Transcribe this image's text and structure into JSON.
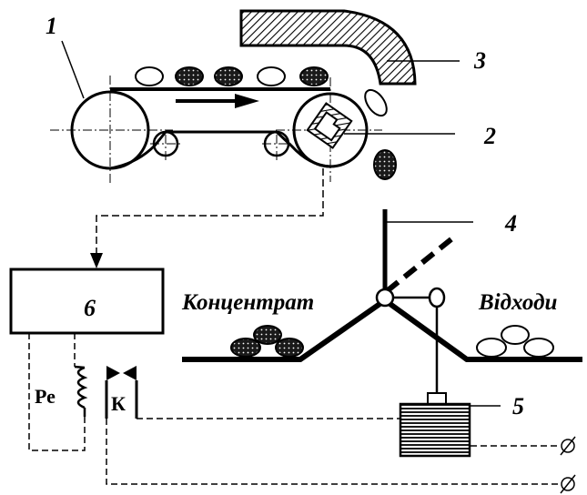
{
  "labels": {
    "n1": "1",
    "n2": "2",
    "n3": "3",
    "n4": "4",
    "n5": "5",
    "n6": "6",
    "concentrate": "Концентрат",
    "waste": "Відходи",
    "relay": "Ре",
    "contact": "К"
  },
  "colors": {
    "ink": "#000000",
    "background": "#ffffff",
    "dark_particle": "#222222",
    "light_particle": "#ffffff"
  }
}
